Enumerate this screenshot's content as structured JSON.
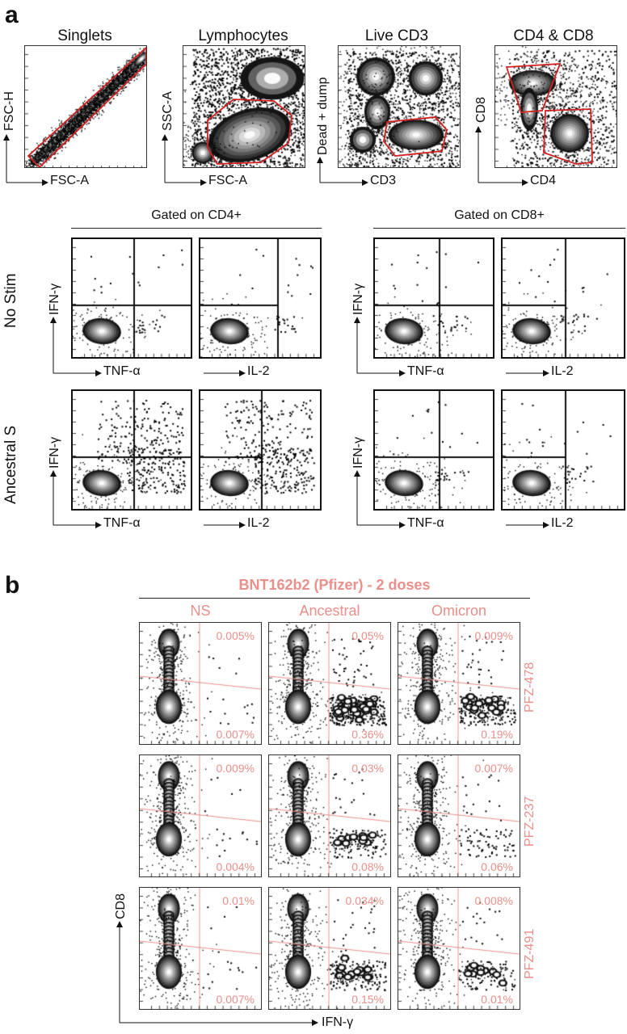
{
  "panel_a": {
    "letter": "a",
    "gating": [
      {
        "title": "Singlets",
        "xlabel": "FSC-A",
        "ylabel": "FSC-H"
      },
      {
        "title": "Lymphocytes",
        "xlabel": "FSC-A",
        "ylabel": "SSC-A"
      },
      {
        "title": "Live CD3",
        "xlabel": "CD3",
        "ylabel": "Dead + dump"
      },
      {
        "title": "CD4 & CD8",
        "xlabel": "CD4",
        "ylabel": "CD8"
      }
    ],
    "group_headers": [
      "Gated on CD4+",
      "Gated on CD8+"
    ],
    "row_labels": [
      "No Stim",
      "Ancestral S"
    ],
    "xlabels": [
      "TNF-α",
      "IL-2"
    ],
    "ylabel": "IFN-γ"
  },
  "panel_b": {
    "letter": "b",
    "title": "BNT162b2 (Pfizer) - 2 doses",
    "conditions": [
      "NS",
      "Ancestral",
      "Omicron"
    ],
    "donors": [
      "PFZ-478",
      "PFZ-237",
      "PFZ-491"
    ],
    "xlabel": "IFN-γ",
    "ylabel": "CD8",
    "percentages": [
      [
        [
          "0.005%",
          "0.007%"
        ],
        [
          "0.05%",
          "0.36%"
        ],
        [
          "0.009%",
          "0.19%"
        ]
      ],
      [
        [
          "0.009%",
          "0.004%"
        ],
        [
          "0.03%",
          "0.08%"
        ],
        [
          "0.007%",
          "0.06%"
        ]
      ],
      [
        [
          "0.01%",
          "0.007%"
        ],
        [
          "0.034%",
          "0.15%"
        ],
        [
          "0.008%",
          "0.01%"
        ]
      ]
    ],
    "accent_color": "#ea8f8a"
  }
}
